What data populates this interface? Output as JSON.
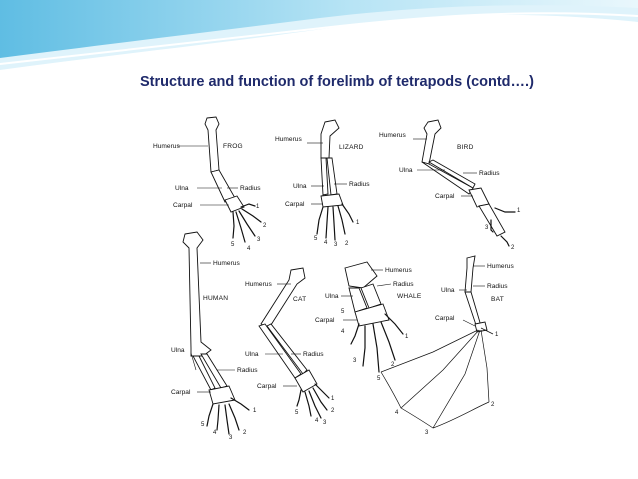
{
  "slide": {
    "title": "Structure and function of forelimb of tetrapods (contd….)"
  },
  "theme": {
    "banner_light": "#dff3fb",
    "banner_mid": "#9fd8ef",
    "banner_dark": "#4fb3dd",
    "title_color": "#1f2a6b"
  },
  "figure": {
    "frog": {
      "name": "FROG",
      "labels": {
        "humerus": "Humerus",
        "ulna": "Ulna",
        "radius": "Radius",
        "carpal": "Carpal"
      },
      "digits": [
        "1",
        "2",
        "3",
        "4",
        "5"
      ]
    },
    "lizard": {
      "name": "LIZARD",
      "labels": {
        "humerus": "Humerus",
        "ulna": "Ulna",
        "radius": "Radius",
        "carpal": "Carpal"
      },
      "digits": [
        "1",
        "2",
        "3",
        "4",
        "5"
      ]
    },
    "bird": {
      "name": "BIRD",
      "labels": {
        "humerus": "Humerus",
        "ulna": "Ulna",
        "radius": "Radius",
        "carpal": "Carpal"
      },
      "digits": [
        "1",
        "2",
        "3"
      ]
    },
    "human": {
      "name": "HUMAN",
      "labels": {
        "humerus": "Humerus",
        "ulna": "Ulna",
        "radius": "Radius",
        "carpal": "Carpal"
      },
      "digits": [
        "1",
        "2",
        "3",
        "4",
        "5"
      ]
    },
    "cat": {
      "name": "CAT",
      "labels": {
        "humerus": "Humerus",
        "ulna": "Ulna",
        "radius": "Radius",
        "carpal": "Carpal"
      },
      "digits": [
        "1",
        "2",
        "3",
        "4",
        "5"
      ]
    },
    "whale": {
      "name": "WHALE",
      "labels": {
        "humerus": "Humerus",
        "ulna": "Ulna",
        "radius": "Radius",
        "carpal": "Carpal"
      },
      "digits": [
        "1",
        "2",
        "3",
        "4",
        "5"
      ]
    },
    "bat": {
      "name": "BAT",
      "labels": {
        "humerus": "Humerus",
        "ulna": "Ulna",
        "radius": "Radius",
        "carpal": "Carpal"
      },
      "digits": [
        "1",
        "2",
        "3",
        "4",
        "5"
      ]
    }
  }
}
